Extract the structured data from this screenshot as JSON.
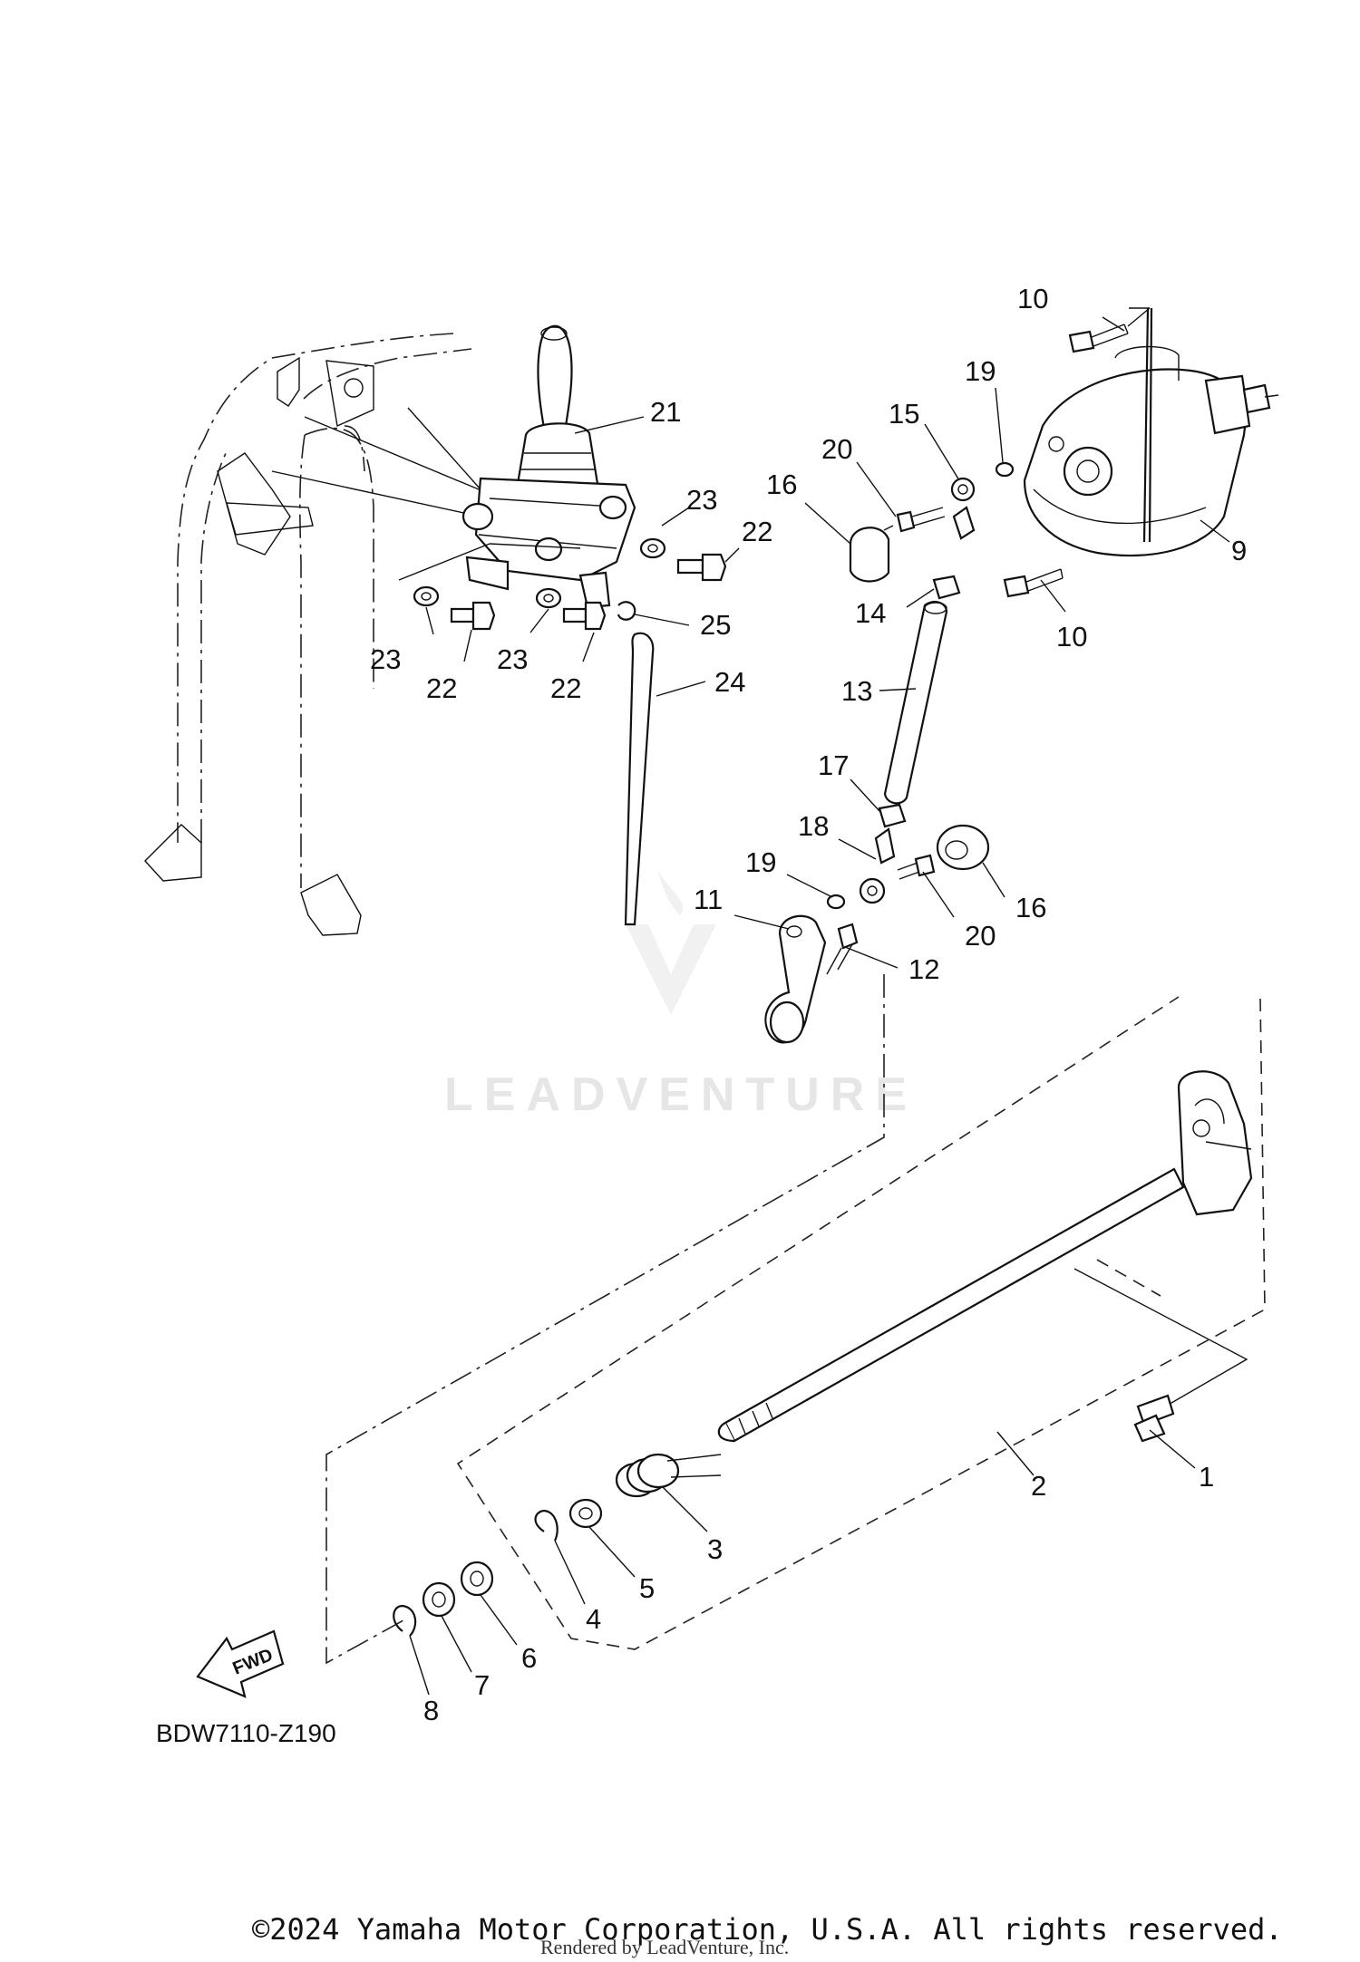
{
  "diagram": {
    "code": "BDW7110-Z190",
    "fwd_label": "FWD",
    "watermark": "LEADVENTURE",
    "copyright": "©2024 Yamaha Motor Corporation, U.S.A. All rights reserved.",
    "rendered_by": "Rendered by LeadVenture, Inc.",
    "callouts": {
      "c1": "1",
      "c2": "2",
      "c3": "3",
      "c4": "4",
      "c5": "5",
      "c6": "6",
      "c7": "7",
      "c8": "8",
      "c9": "9",
      "c10a": "10",
      "c10b": "10",
      "c11": "11",
      "c12": "12",
      "c13": "13",
      "c14": "14",
      "c15": "15",
      "c16a": "16",
      "c16b": "16",
      "c17": "17",
      "c18": "18",
      "c19a": "19",
      "c19b": "19",
      "c20a": "20",
      "c20b": "20",
      "c21": "21",
      "c22a": "22",
      "c22b": "22",
      "c22c": "22",
      "c23a": "23",
      "c23b": "23",
      "c23c": "23",
      "c24": "24",
      "c25": "25"
    }
  }
}
